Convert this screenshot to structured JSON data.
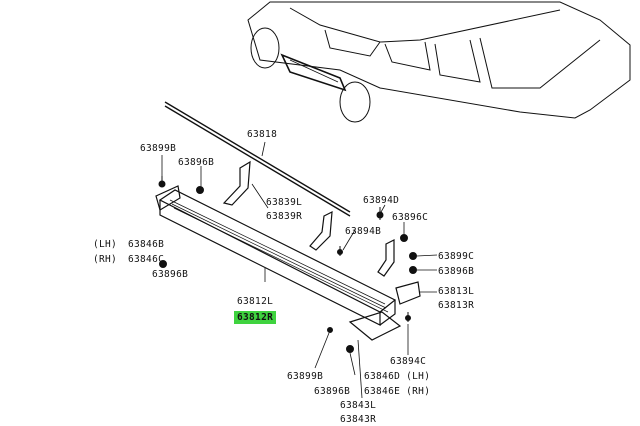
{
  "labels": {
    "p63818": "63818",
    "p63899b_top": "63899B",
    "p63896b_top": "63896B",
    "p63839l": "63839L",
    "p63839r": "63839R",
    "p63894d": "63894D",
    "p63896c": "63896C",
    "p63894b": "63894B",
    "side_lh": "(LH)",
    "side_rh": "(RH)",
    "p63846b": "63846B",
    "p63846c": "63846C",
    "p63896b_left": "63896B",
    "p63899c": "63899C",
    "p63896b_right": "63896B",
    "p63813l": "63813L",
    "p63813r": "63813R",
    "p63812l": "63812L",
    "p63812r": "63812R",
    "p63894c": "63894C",
    "p63899b_bottom": "63899B",
    "p63846d": "63846D (LH)",
    "p63896b_bottom": "63896B",
    "p63846e": "63846E (RH)",
    "p63843l": "63843L",
    "p63843r": "63843R"
  },
  "colors": {
    "highlight": "#3fd33f",
    "line": "#111111"
  }
}
